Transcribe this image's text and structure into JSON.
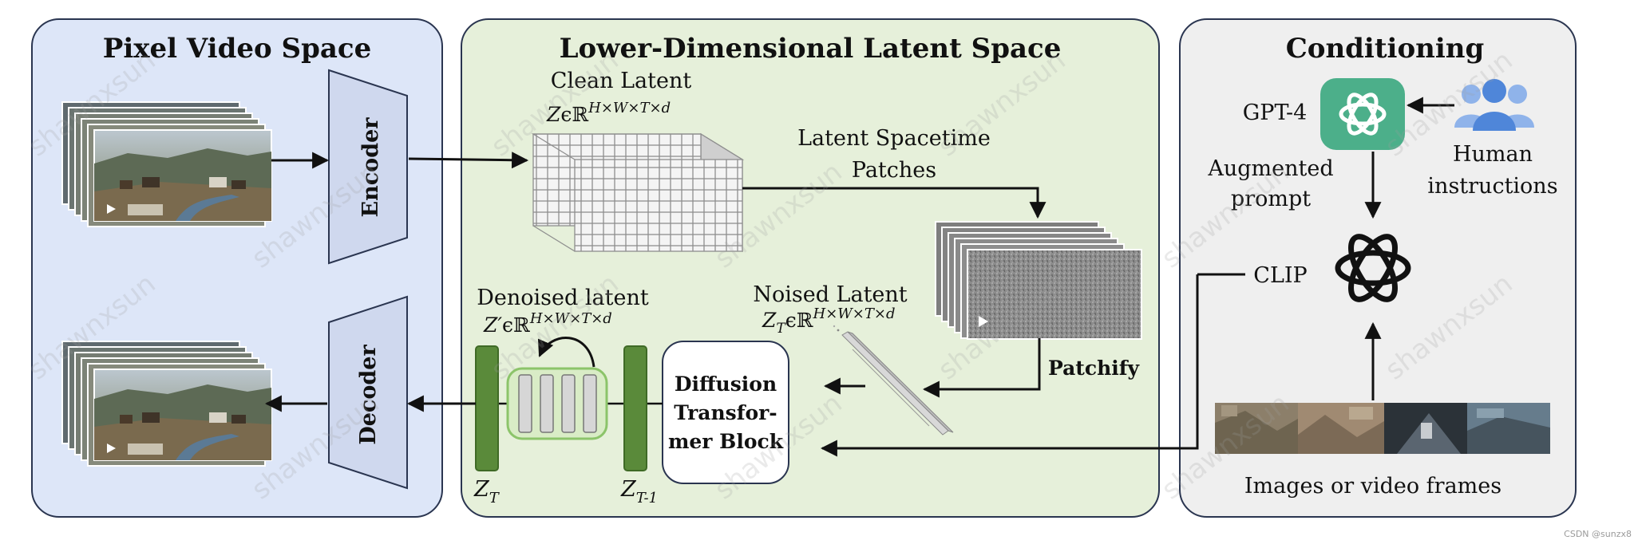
{
  "panels": {
    "pixel": {
      "title": "Pixel Video Space",
      "encoder": "Encoder",
      "decoder": "Decoder"
    },
    "latent": {
      "title": "Lower-Dimensional Latent Space",
      "clean_latent": "Clean Latent",
      "clean_formula_base": "Z",
      "clean_formula_rest": "ϵℝ",
      "clean_formula_sup": "H×W×T×d",
      "spacetime_line1": "Latent Spacetime",
      "spacetime_line2": "Patches",
      "patchify": "Patchify",
      "noised_latent": "Noised Latent",
      "noised_formula_base": "Z",
      "noised_formula_sub": "T",
      "noised_formula_rest": "ϵℝ",
      "noised_formula_sup": "H×W×T×d",
      "denoised_latent": "Denoised latent",
      "denoised_formula_base": "Z′",
      "denoised_formula_rest": "ϵℝ",
      "denoised_formula_sup": "H×W×T×d",
      "diffusion_line1": "Diffusion",
      "diffusion_line2": "Transfor-",
      "diffusion_line3": "mer Block",
      "zt_base": "Z",
      "zt_sub": "T",
      "zt1_base": "Z",
      "zt1_sub": "T-1"
    },
    "conditioning": {
      "title": "Conditioning",
      "gpt4": "GPT-4",
      "augmented_line1": "Augmented",
      "augmented_line2": "prompt",
      "human_line1": "Human",
      "human_line2": "instructions",
      "clip": "CLIP",
      "images_caption": "Images or video frames"
    }
  },
  "watermark": "shawnxsun",
  "footer": "CSDN @sunzx8",
  "colors": {
    "pixel_bg": "#dde6f8",
    "latent_bg": "#e6f0da",
    "cond_bg": "#efefef",
    "green_bar": "#5a8a3a",
    "gpt_green": "#4caf8a",
    "people_blue": "#4f86d9"
  }
}
